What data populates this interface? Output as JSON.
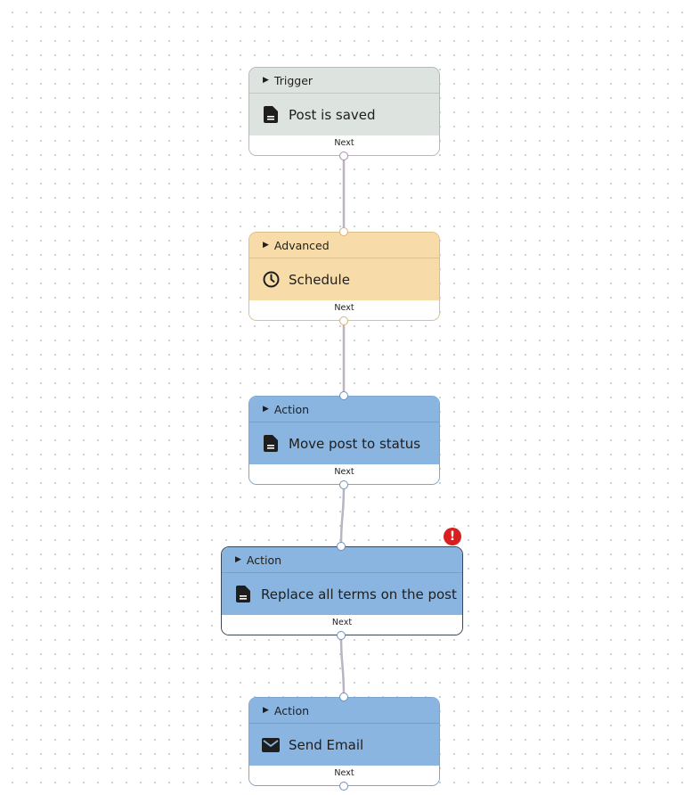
{
  "colors": {
    "trigger": "#dde3df",
    "advanced": "#f7dcaa",
    "action": "#89b5e0",
    "edge": "#b9b4c0",
    "error": "#d81e1e"
  },
  "nodes": [
    {
      "category": "Trigger",
      "title": "Post is saved",
      "icon": "document-icon",
      "footer": "Next"
    },
    {
      "category": "Advanced",
      "title": "Schedule",
      "icon": "clock-icon",
      "footer": "Next"
    },
    {
      "category": "Action",
      "title": "Move post to status",
      "icon": "document-icon",
      "footer": "Next"
    },
    {
      "category": "Action",
      "title": "Replace all terms on the post",
      "icon": "document-icon",
      "footer": "Next",
      "error": "!"
    },
    {
      "category": "Action",
      "title": "Send Email",
      "icon": "mail-icon",
      "footer": "Next"
    }
  ]
}
